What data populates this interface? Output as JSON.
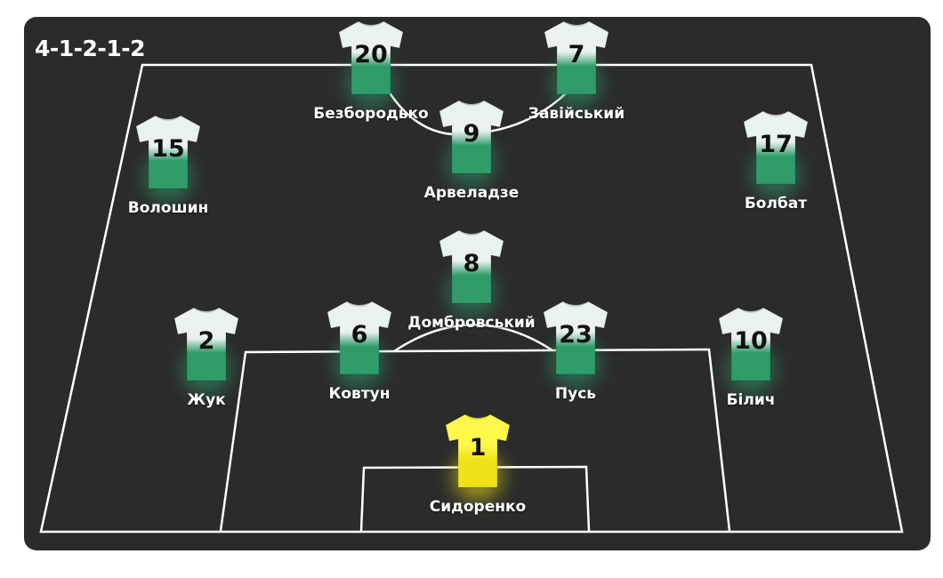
{
  "formation": "4-1-2-1-2",
  "colors": {
    "panel": "#2b2b2b",
    "line": "#ffffff",
    "shirt_outfield_top": "#e9f2ee",
    "shirt_outfield_bottom": "#2f9c6a",
    "shirt_keeper_top": "#fff84a",
    "shirt_keeper_bottom": "#f0e21a"
  },
  "players": [
    {
      "number": "20",
      "name": "Безбородько",
      "kit": "outfield"
    },
    {
      "number": "7",
      "name": "Завійський",
      "kit": "outfield"
    },
    {
      "number": "9",
      "name": "Арвеладзе",
      "kit": "outfield"
    },
    {
      "number": "15",
      "name": "Волошин",
      "kit": "outfield"
    },
    {
      "number": "17",
      "name": "Болбат",
      "kit": "outfield"
    },
    {
      "number": "8",
      "name": "Домбровський",
      "kit": "outfield"
    },
    {
      "number": "2",
      "name": "Жук",
      "kit": "outfield"
    },
    {
      "number": "6",
      "name": "Ковтун",
      "kit": "outfield"
    },
    {
      "number": "23",
      "name": "Пусь",
      "kit": "outfield"
    },
    {
      "number": "10",
      "name": "Білич",
      "kit": "outfield"
    },
    {
      "number": "1",
      "name": "Сидоренко",
      "kit": "keeper"
    }
  ]
}
